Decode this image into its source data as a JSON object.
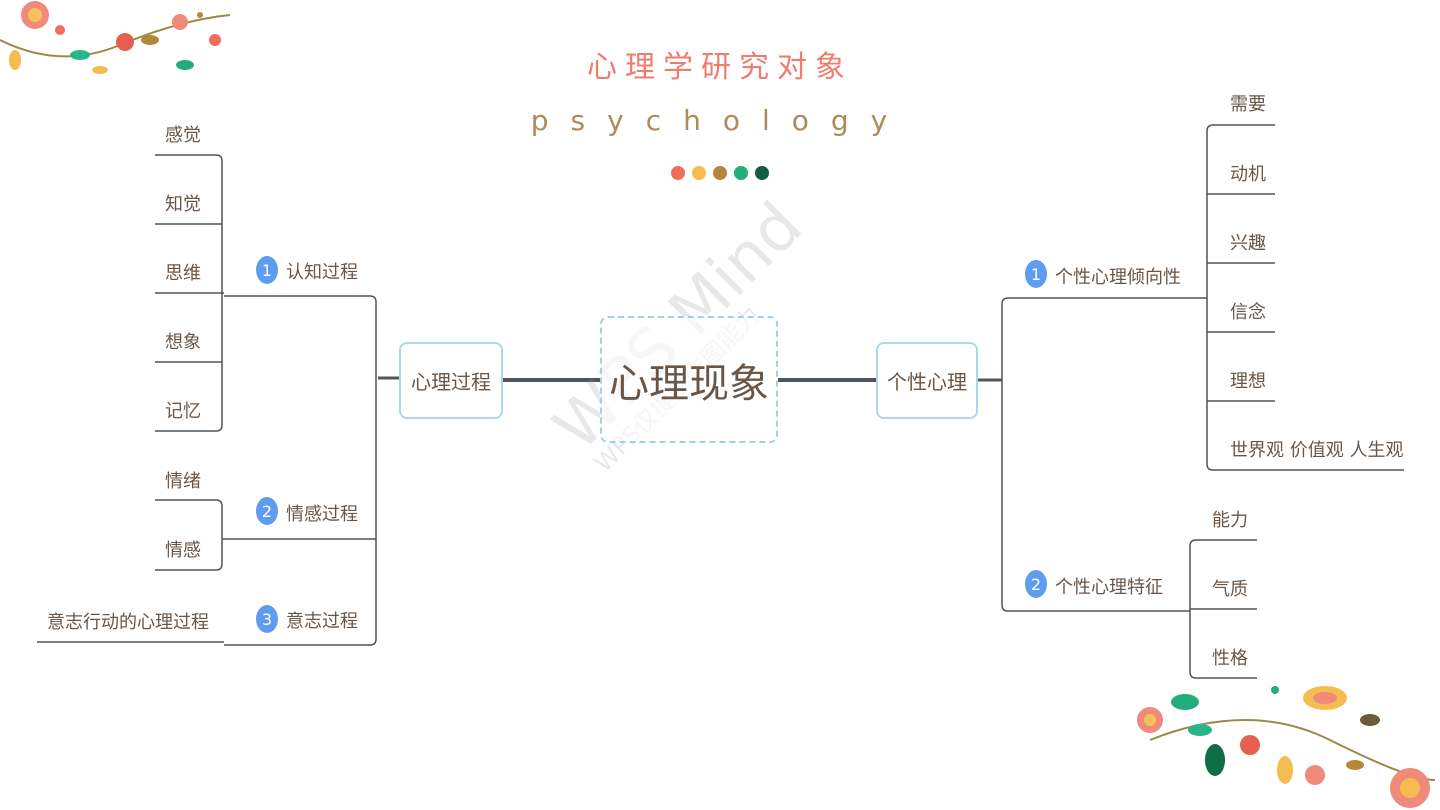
{
  "header": {
    "title": "心理学研究对象",
    "subtitle": "psychology",
    "dot_colors": [
      "#f26d5b",
      "#f5bd4f",
      "#b5873a",
      "#22ad7a",
      "#0f5e45"
    ]
  },
  "root": "心理现象",
  "watermark": {
    "main": "WPS Mind",
    "sub": "WPS仅提供作图能力"
  },
  "left": {
    "label": "心理过程",
    "branches": [
      {
        "num": "1",
        "label": "认知过程",
        "children": [
          "感觉",
          "知觉",
          "思维",
          "想象",
          "记忆"
        ]
      },
      {
        "num": "2",
        "label": "情感过程",
        "children": [
          "情绪",
          "情感"
        ]
      },
      {
        "num": "3",
        "label": "意志过程",
        "children": [
          "意志行动的心理过程"
        ]
      }
    ]
  },
  "right": {
    "label": "个性心理",
    "branches": [
      {
        "num": "1",
        "label": "个性心理倾向性",
        "children": [
          "需要",
          "动机",
          "兴趣",
          "信念",
          "理想",
          "世界观 价值观 人生观"
        ]
      },
      {
        "num": "2",
        "label": "个性心理特征",
        "children": [
          "能力",
          "气质",
          "性格"
        ]
      }
    ]
  }
}
